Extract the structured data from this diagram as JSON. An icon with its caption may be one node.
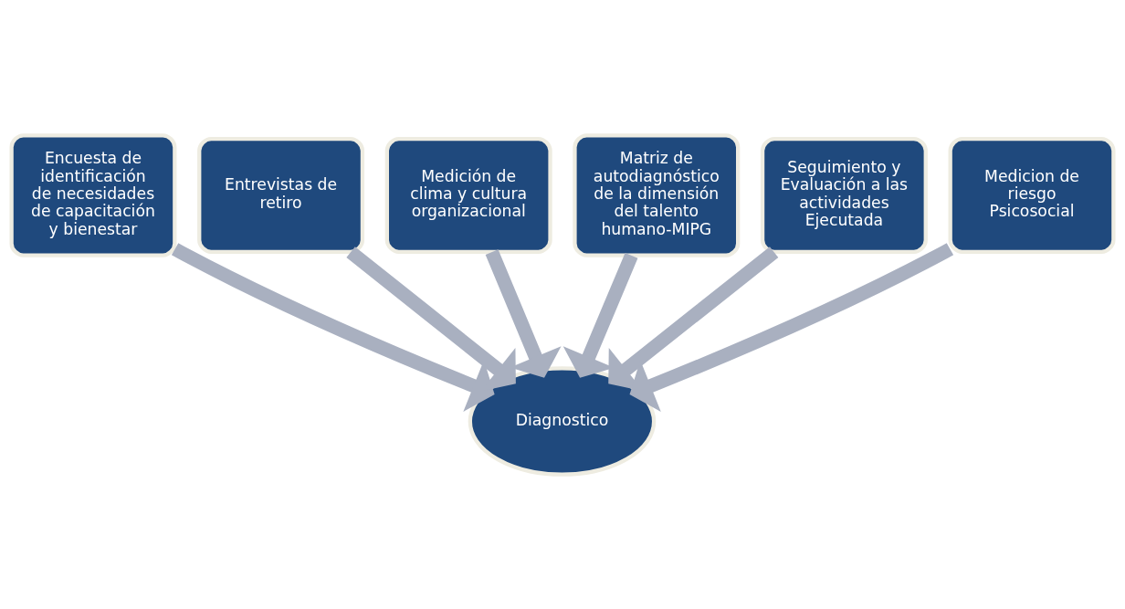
{
  "diagram": {
    "nodes": [
      {
        "text": [
          "Encuesta de identificación de necesidades de capacitación y bienestar"
        ]
      },
      {
        "text": [
          "Entrevistas de retiro"
        ]
      },
      {
        "text": [
          "Medición de clima y cultura organizacional"
        ]
      },
      {
        "text": [
          "Matriz de autodiagnóstico de la dimensión del talento humano-MIPG"
        ]
      },
      {
        "text": [
          "Seguimiento y Evaluación a las actividades Ejecutada"
        ]
      },
      {
        "text": [
          "Medicion de riesgo Psicosocial"
        ]
      },
      {
        "text": [
          "Diagnostico"
        ]
      }
    ],
    "edges": [
      {
        "from": 0,
        "to": 6,
        "arrow": "to"
      },
      {
        "from": 1,
        "to": 6,
        "arrow": "to"
      },
      {
        "from": 2,
        "to": 6,
        "arrow": "to"
      },
      {
        "from": 3,
        "to": 6,
        "arrow": "to"
      },
      {
        "from": 4,
        "to": 6,
        "arrow": "to"
      },
      {
        "from": 5,
        "to": 6,
        "arrow": "to"
      }
    ]
  }
}
